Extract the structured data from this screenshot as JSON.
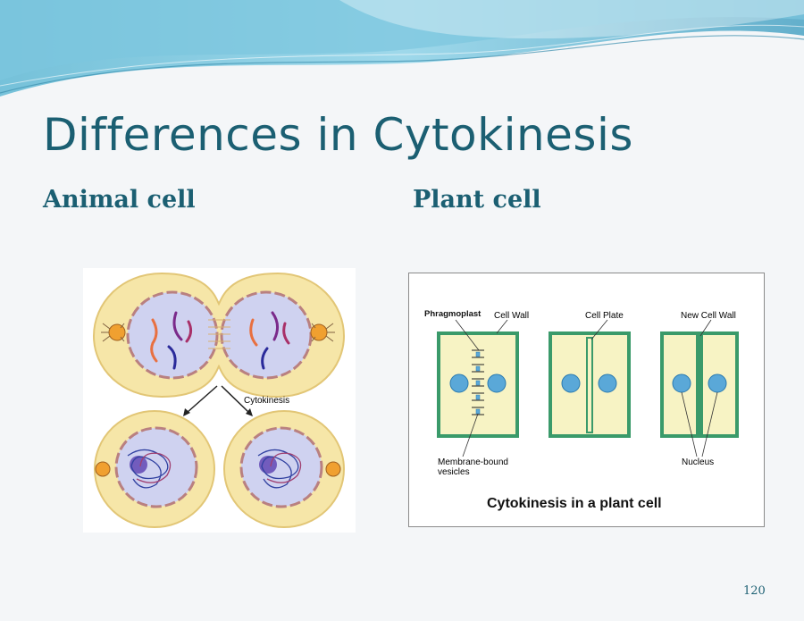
{
  "slide": {
    "title": "Differences in Cytokinesis",
    "left_heading": "Animal cell",
    "right_heading": "Plant cell",
    "page_number": "120"
  },
  "animal_figure": {
    "label": "Cytokinesis"
  },
  "plant_figure": {
    "labels": {
      "phragmoplast": "Phragmoplast",
      "cell_wall": "Cell Wall",
      "cell_plate": "Cell Plate",
      "new_cell_wall": "New Cell Wall",
      "membrane_bound_vesicles_line1": "Membrane-bound",
      "membrane_bound_vesicles_line2": "vesicles",
      "nucleus": "Nucleus"
    },
    "caption": "Cytokinesis in a plant cell"
  },
  "colors": {
    "title": "#1b5f72",
    "cell_wall": "#3a9a6a",
    "plant_cytoplasm": "#f7f3c4",
    "plant_nucleus": "#5aa8d8",
    "animal_cytoplasm": "#f6e6a8",
    "animal_nucleus": "#cfd2f0"
  }
}
